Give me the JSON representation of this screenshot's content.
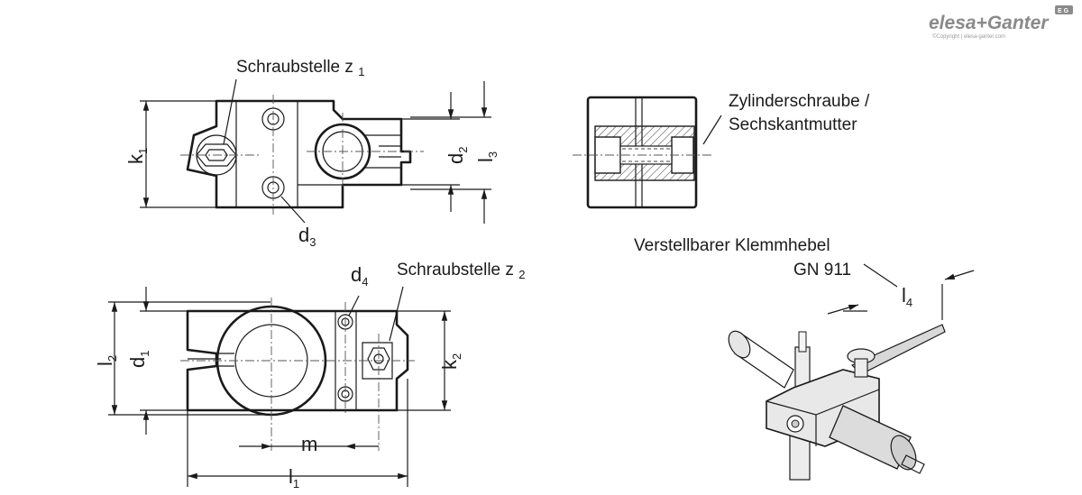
{
  "brand": {
    "logo_text": "elesa+Ganter",
    "copyright": "©Copyright | elesa-ganter.com",
    "badge": "E G"
  },
  "labels": {
    "schraubstelle_z1": "Schraubstelle z",
    "schraubstelle_z1_sub": "1",
    "schraubstelle_z2": "Schraubstelle z",
    "schraubstelle_z2_sub": "2",
    "zylinder_line1": "Zylinderschraube /",
    "zylinder_line2": "Sechskantmutter",
    "klemmhebel_line1": "Verstellbarer Klemmhebel",
    "klemmhebel_line2": "GN 911"
  },
  "dimensions": {
    "k1": {
      "main": "k",
      "sub": "1"
    },
    "d2": {
      "main": "d",
      "sub": "2"
    },
    "l3": {
      "main": "l",
      "sub": "3"
    },
    "d3": {
      "main": "d",
      "sub": "3"
    },
    "d4": {
      "main": "d",
      "sub": "4"
    },
    "l2": {
      "main": "l",
      "sub": "2"
    },
    "d1": {
      "main": "d",
      "sub": "1"
    },
    "k2": {
      "main": "k",
      "sub": "2"
    },
    "m": {
      "main": "m",
      "sub": ""
    },
    "l1": {
      "main": "l",
      "sub": "1"
    },
    "l4": {
      "main": "l",
      "sub": "4"
    }
  }
}
